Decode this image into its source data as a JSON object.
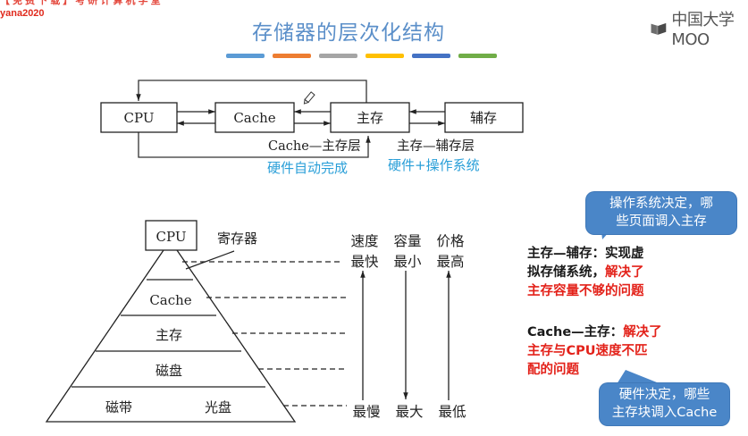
{
  "watermark": {
    "line1": "【 免 费 下 载 】 考 研 计 算 机 学 堂",
    "line2": "yana2020"
  },
  "header": {
    "title": "存储器的层次化结构",
    "divider_colors": [
      "#5b9bd5",
      "#ed7d31",
      "#a5a5a5",
      "#ffc000",
      "#4472c4",
      "#70ad47"
    ],
    "logo_text": "中国大学MOO"
  },
  "top_diagram": {
    "boxes": {
      "cpu": "CPU",
      "cache": "Cache",
      "main_memory": "主存",
      "aux_memory": "辅存"
    },
    "layer_labels": {
      "cache_main": "Cache—主存层",
      "main_aux": "主存—辅存层"
    },
    "notes": {
      "cache_main": "硬件自动完成",
      "main_aux": "硬件+操作系统"
    }
  },
  "pyramid": {
    "cpu_label": "CPU",
    "register_label": "寄存器",
    "levels": [
      "Cache",
      "主存",
      "磁盘"
    ],
    "bottom_left": "磁带",
    "bottom_right": "光盘",
    "columns": [
      {
        "header": "速度",
        "top": "最快",
        "bottom": "最慢",
        "arrow": "up"
      },
      {
        "header": "容量",
        "top": "最小",
        "bottom": "最大",
        "arrow": "down"
      },
      {
        "header": "价格",
        "top": "最高",
        "bottom": "最低",
        "arrow": "up"
      }
    ]
  },
  "right_panel": {
    "bubble_top": {
      "line1": "操作系统决定，哪",
      "line2": "些页面调入主存"
    },
    "note1": {
      "black1": "主存—辅存：实现虚",
      "black2": "拟存储系统，",
      "red2": "解决了",
      "red3": "主存容量不够的问题"
    },
    "note2": {
      "black1": "Cache—主存：",
      "red1": "解决了",
      "red2": "主存与CPU速度不匹",
      "red3": "配的问题"
    },
    "bubble_bottom": {
      "line1": "硬件决定，哪些",
      "line2": "主存块调入Cache"
    }
  }
}
